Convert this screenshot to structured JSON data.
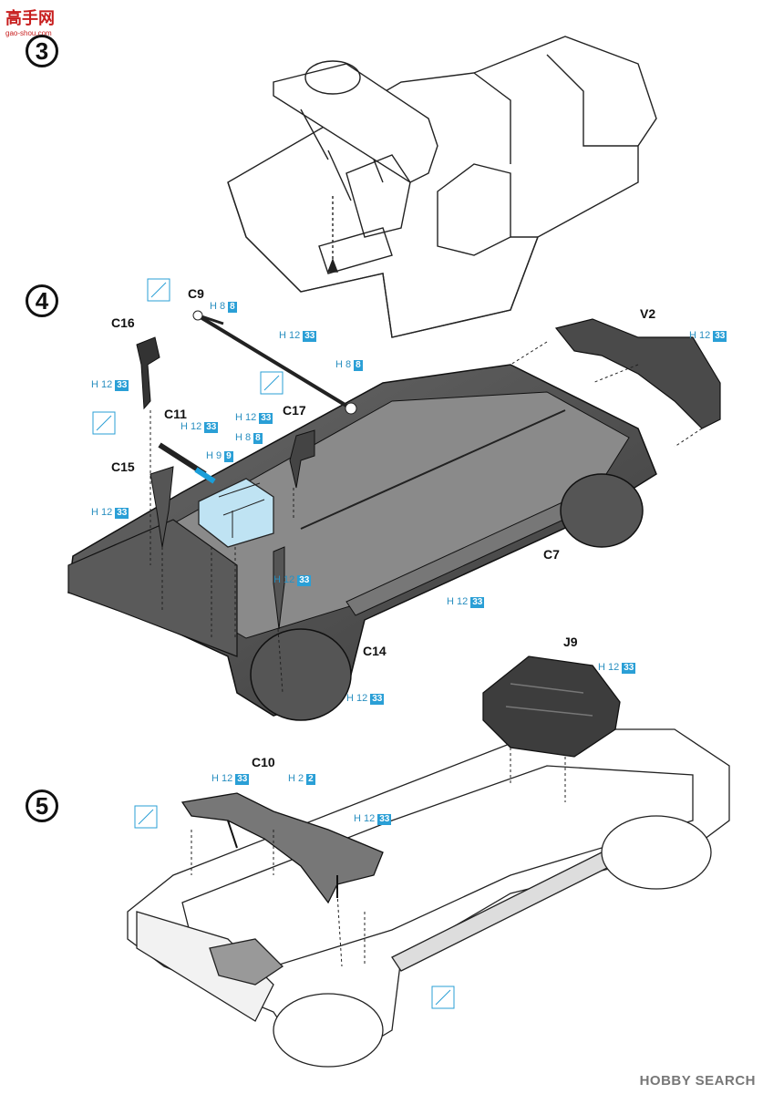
{
  "watermark_top": {
    "main": "高手网",
    "sub": "gao-shou.com"
  },
  "watermark_bottom": "HOBBY SEARCH",
  "steps": [
    "3",
    "4",
    "5"
  ],
  "parts": {
    "c9": "C9",
    "c16": "C16",
    "c11": "C11",
    "c15": "C15",
    "c17": "C17",
    "c7": "C7",
    "c14": "C14",
    "v2": "V2",
    "j9": "J9",
    "c10": "C10"
  },
  "paints": [
    {
      "code": "H 8",
      "num": "8"
    },
    {
      "code": "H 12",
      "num": "33"
    },
    {
      "code": "H 12",
      "num": "33"
    },
    {
      "code": "H 8",
      "num": "8"
    },
    {
      "code": "H 12",
      "num": "33"
    },
    {
      "code": "H 12",
      "num": "33"
    },
    {
      "code": "H 12",
      "num": "33"
    },
    {
      "code": "H 8",
      "num": "8"
    },
    {
      "code": "H 9",
      "num": "9"
    },
    {
      "code": "H 12",
      "num": "33"
    },
    {
      "code": "H 12",
      "num": "33"
    },
    {
      "code": "H 12",
      "num": "33"
    },
    {
      "code": "H 12",
      "num": "33"
    },
    {
      "code": "H 12",
      "num": "33"
    },
    {
      "code": "H 2",
      "num": "2"
    },
    {
      "code": "H 12",
      "num": "33"
    },
    {
      "code": "H 12",
      "num": "33"
    }
  ]
}
